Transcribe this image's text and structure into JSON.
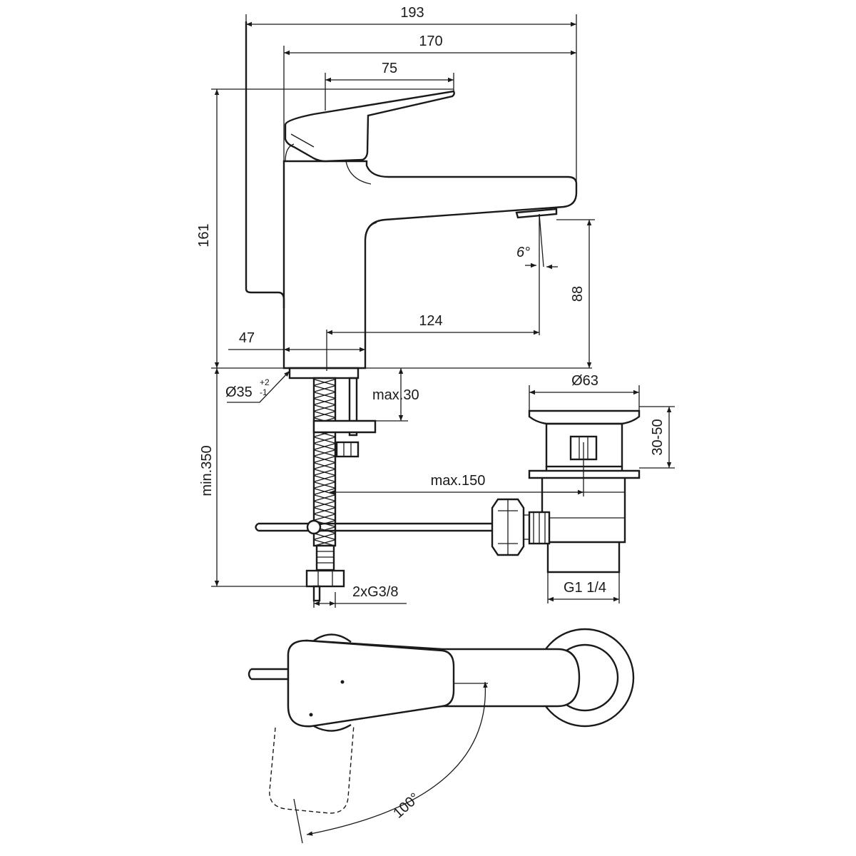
{
  "dimensions": {
    "width_total": "193",
    "width_spout": "170",
    "lever_length": "75",
    "height_total": "161",
    "spout_clearance": "88",
    "spout_reach": "124",
    "body_diameter": "47",
    "hole_diameter": "Ø35",
    "hole_tolerance_plus": "+2",
    "hole_tolerance_minus": "-1",
    "aerator_angle": "6°",
    "max_deck_thickness": "max.30",
    "pop_up_diameter": "Ø63",
    "pop_up_range": "30-50",
    "max_rod_distance": "max.150",
    "min_hose_length": "min.350",
    "hose_connection": "2xG3/8",
    "waste_thread": "G1 1/4",
    "lever_rotation": "100°"
  },
  "colors": {
    "line": "#1a1a1a",
    "background": "#ffffff"
  }
}
